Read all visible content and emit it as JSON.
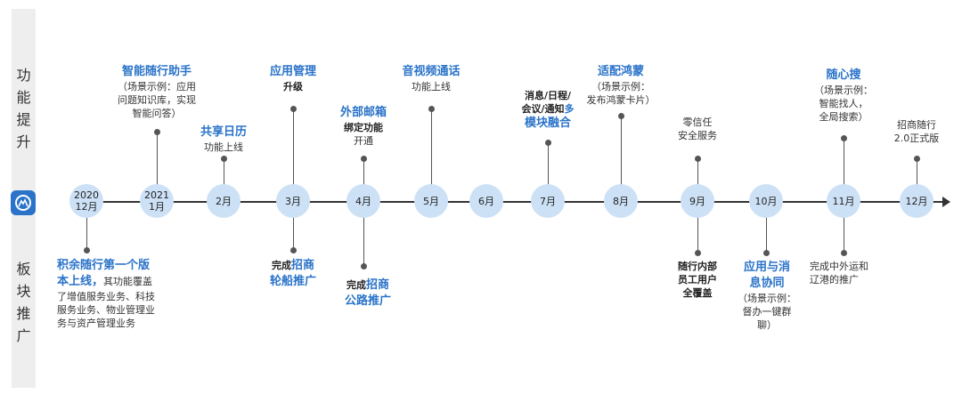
{
  "sidebar": {
    "top_label": [
      "功",
      "能",
      "提",
      "升"
    ],
    "bottom_label": [
      "板",
      "块",
      "推",
      "广"
    ]
  },
  "nodes": [
    {
      "l1": "2020",
      "l2": "12月"
    },
    {
      "l1": "2021",
      "l2": "1月"
    },
    {
      "l1": "2月"
    },
    {
      "l1": "3月"
    },
    {
      "l1": "4月"
    },
    {
      "l1": "5月"
    },
    {
      "l1": "6月"
    },
    {
      "l1": "7月"
    },
    {
      "l1": "8月"
    },
    {
      "l1": "9月"
    },
    {
      "l1": "10月"
    },
    {
      "l1": "11月"
    },
    {
      "l1": "12月"
    }
  ],
  "above": {
    "jan": {
      "title": "智能随行助手",
      "lines": [
        "（场景示例：应用",
        "问题知识库，实现",
        "智能问答）"
      ]
    },
    "feb": {
      "title": "共享日历",
      "lines": [
        "功能上线"
      ]
    },
    "mar": {
      "title": "应用管理",
      "lines": [
        "升级"
      ]
    },
    "apr": {
      "title": "外部邮箱",
      "lines": [
        "绑定功能",
        "开通"
      ]
    },
    "may": {
      "title": "音视频通话",
      "lines": [
        "功能上线"
      ]
    },
    "jul": {
      "line1": "消息/日程/",
      "line2a": "会议/通知",
      "line2b": "多",
      "title": "模块融合"
    },
    "aug": {
      "title": "适配鸿蒙",
      "lines": [
        "（场景示例：",
        "发布鸿蒙卡片）"
      ]
    },
    "sep": {
      "lines": [
        "零信任",
        "安全服务"
      ]
    },
    "nov": {
      "title": "随心搜",
      "lines": [
        "（场景示例：",
        "智能找人，",
        "全局搜索）"
      ]
    },
    "dec": {
      "lines": [
        "招商随行",
        "2.0正式版"
      ]
    }
  },
  "below": {
    "dec2020": {
      "title_a": "积余随行第一个版",
      "title_b": "本上线，",
      "rest_b": "其功能覆盖",
      "lines": [
        "了增值服务业务、科技",
        "服务业务、物业管理业",
        "务与资产管理业务"
      ]
    },
    "mar": {
      "pre": "完成",
      "hl1": "招商",
      "hl2": "轮船推广"
    },
    "apr": {
      "pre": "完成",
      "hl1": "招商",
      "hl2": "公路推广"
    },
    "sep": {
      "lines": [
        "随行内部",
        "员工用户",
        "全覆盖"
      ]
    },
    "oct": {
      "title1": "应用与消",
      "title2": "息协同",
      "lines": [
        "（场景示例：",
        "督办一键群",
        "聊）"
      ]
    },
    "nov": {
      "lines": [
        "完成中外运和",
        "辽港的推广"
      ]
    }
  }
}
